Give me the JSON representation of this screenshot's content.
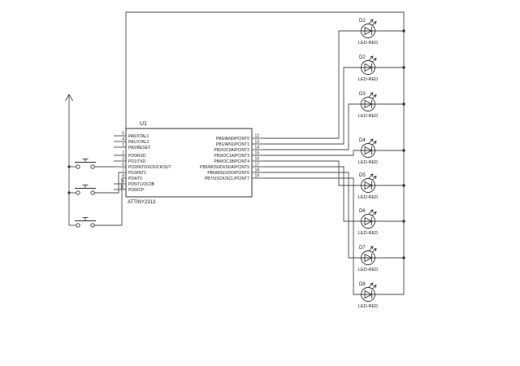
{
  "ic": {
    "ref": "U1",
    "part": "ATTINY2313",
    "left_pins": [
      {
        "num": "5",
        "label": "PA0/XTAL1"
      },
      {
        "num": "4",
        "label": "PA1/XTAL2"
      },
      {
        "num": "1",
        "label": "PA2/RESET"
      },
      {
        "num": "2",
        "label": "PD0/RXD"
      },
      {
        "num": "3",
        "label": "PD1/TXD"
      },
      {
        "num": "6",
        "label": "PD2/INT0/XCK/CKOUT"
      },
      {
        "num": "7",
        "label": "PD3/INT1"
      },
      {
        "num": "8",
        "label": "PD4/T0"
      },
      {
        "num": "9",
        "label": "PD5/T1/OC0B"
      },
      {
        "num": "11",
        "label": "PD6/ICP"
      }
    ],
    "right_pins": [
      {
        "num": "12",
        "label": "PB0/AIN0/PCINT0"
      },
      {
        "num": "13",
        "label": "PB1/AIN1/PCINT1"
      },
      {
        "num": "14",
        "label": "PB2/OC0A/PCINT2"
      },
      {
        "num": "15",
        "label": "PB3/OC1A/PCINT3"
      },
      {
        "num": "16",
        "label": "PB4/OC1B/PCINT4"
      },
      {
        "num": "17",
        "label": "PB5/MOSI/DI/SDA/PCINT5"
      },
      {
        "num": "18",
        "label": "PB6/MISO/DO/PCINT6"
      },
      {
        "num": "19",
        "label": "PB7/USCK/SCL/PCINT7"
      }
    ]
  },
  "leds": [
    {
      "ref": "D1",
      "value": "LED-RED"
    },
    {
      "ref": "D2",
      "value": "LED-RED"
    },
    {
      "ref": "D3",
      "value": "LED-RED"
    },
    {
      "ref": "D4",
      "value": "LED-RED"
    },
    {
      "ref": "D5",
      "value": "LED-RED"
    },
    {
      "ref": "D6",
      "value": "LED-RED"
    },
    {
      "ref": "D7",
      "value": "LED-RED"
    },
    {
      "ref": "D8",
      "value": "LED-RED"
    }
  ],
  "switches": {
    "count": 3
  },
  "colors": {
    "background": "#ffffff",
    "wire": "#4a4a4a",
    "component": "#333333",
    "text": "#1a1a1a"
  }
}
